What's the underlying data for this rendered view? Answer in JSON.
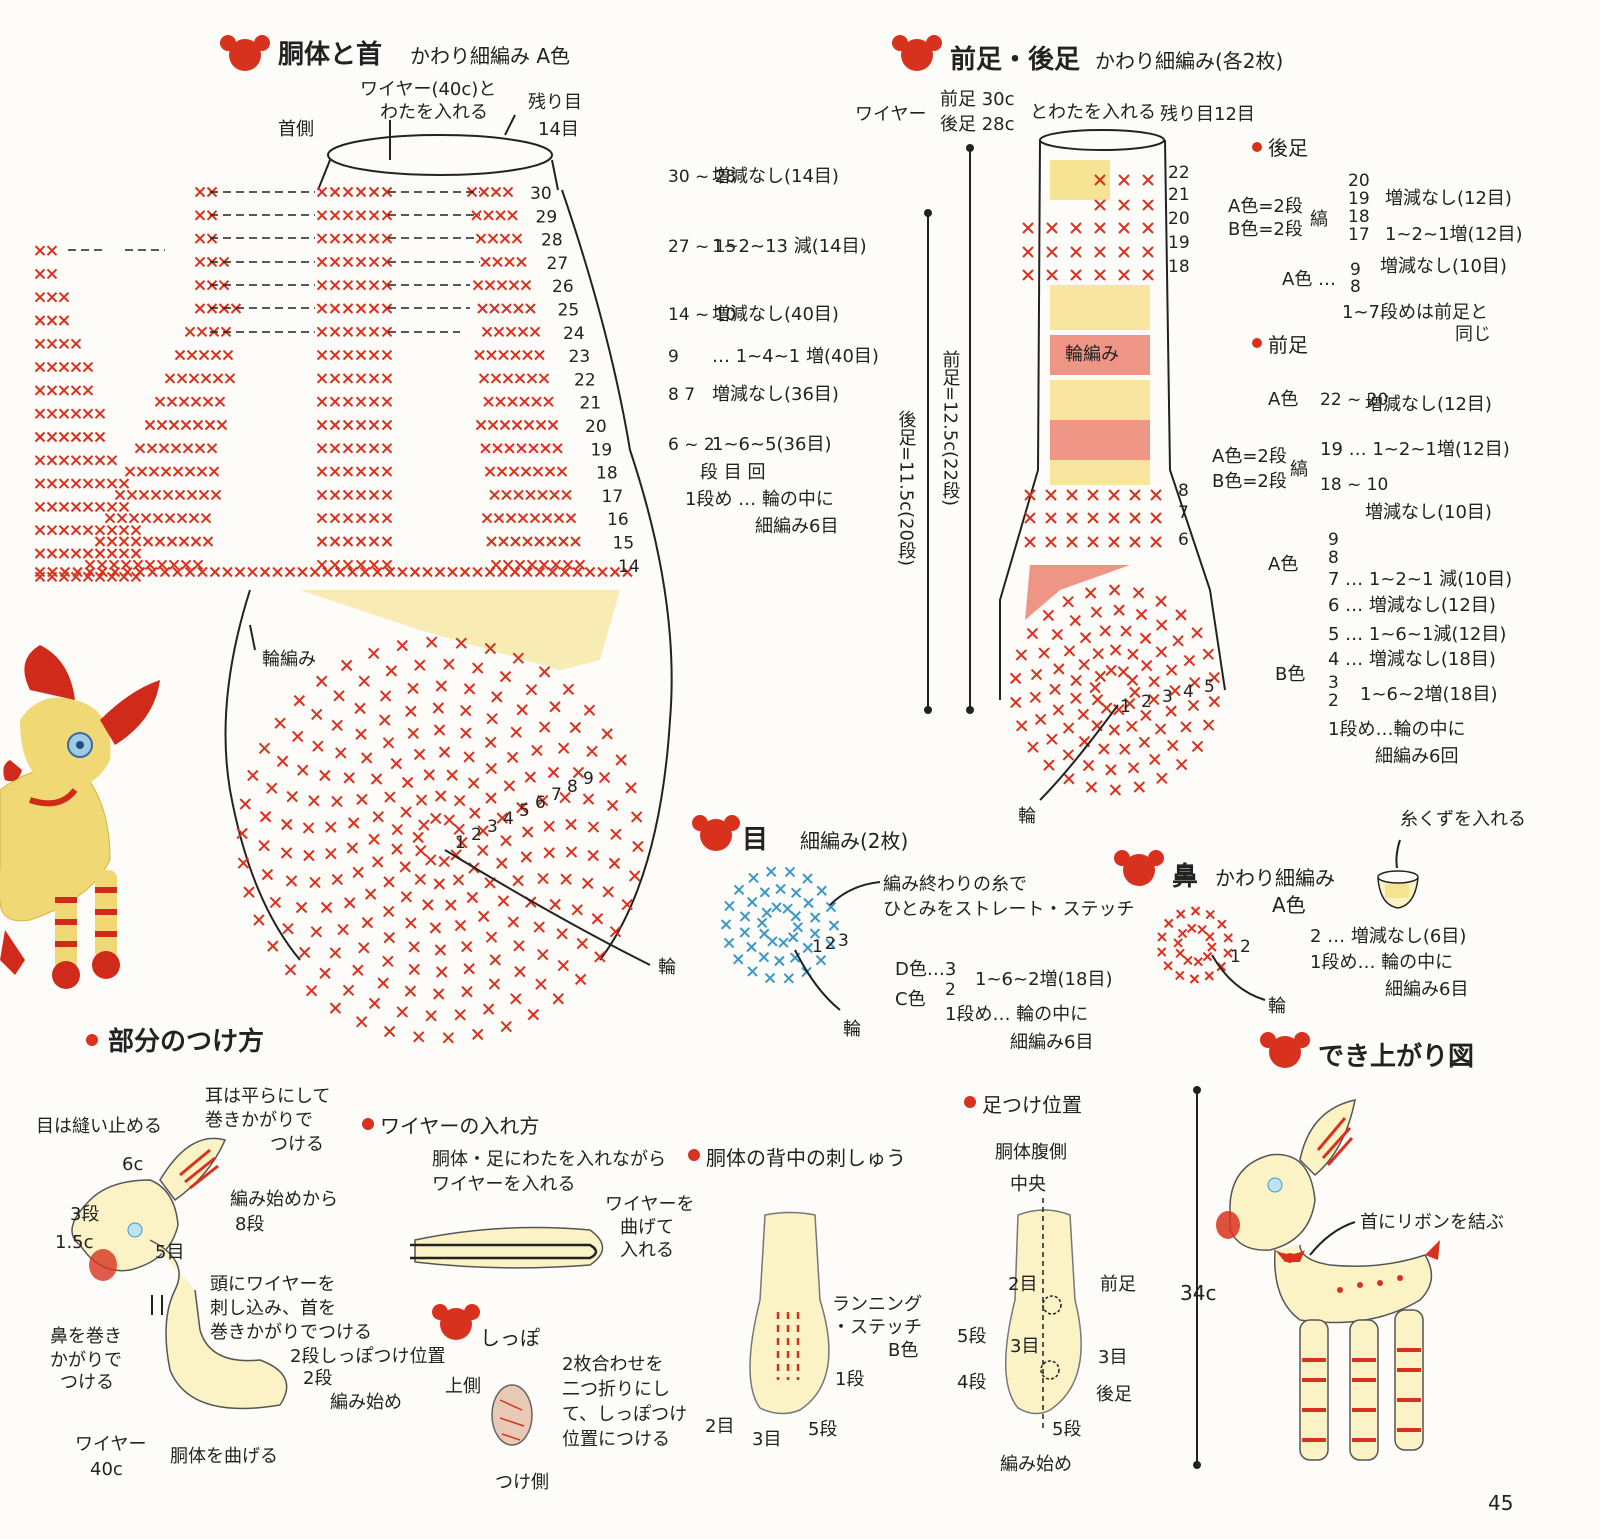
{
  "colors": {
    "red": "#d8321e",
    "yellow": "#f4dc7a",
    "cream": "#fbf3c6",
    "blue": "#3a98c8",
    "ink": "#222222"
  },
  "body": {
    "title": "胴体と首",
    "method": "かわり細編み A色",
    "neck": "首側",
    "wire": "ワイヤー(40c)と",
    "stuff": "わたを入れる",
    "left1": "残り目",
    "left2": "14目",
    "round_label": "輪編み",
    "ring": "輪",
    "rows": [
      "30",
      "29",
      "28",
      "27",
      "26",
      "25",
      "24",
      "23",
      "22",
      "21",
      "20",
      "19",
      "18",
      "17",
      "16",
      "15",
      "14"
    ],
    "center_nums": [
      "1",
      "2",
      "3",
      "4",
      "5",
      "6",
      "7",
      "8",
      "9"
    ],
    "instr": [
      {
        "range": "30 ~ 28",
        "text": "増減なし(14目)"
      },
      {
        "range": "27 ~ 15",
        "text": "1~2~13 減(14目)"
      },
      {
        "range": "14 ~ 10",
        "text": "増減なし(40目)"
      },
      {
        "range": "9",
        "text": "… 1~4~1 増(40目)"
      },
      {
        "range": "8 7",
        "text": "増減なし(36目)"
      },
      {
        "range": "6 ~ 2",
        "text": "1~6~5(36目)"
      },
      {
        "range": "",
        "text": "段 目 回"
      },
      {
        "range": "",
        "text": "1段め … 輪の中に"
      },
      {
        "range": "",
        "text": "細編み6目"
      }
    ]
  },
  "legs": {
    "title": "前足・後足",
    "method": "かわり細編み(各2枚)",
    "wire": "ワイヤー",
    "front_wire": "前足 30c",
    "back_wire": "後足 28c",
    "stuff": "とわたを入れる",
    "left": "残り目12目",
    "back_len": "後足=11.5c(20段)",
    "front_len": "前足=12.5c(22段)",
    "round_label": "輪編み",
    "ring": "輪",
    "rows": [
      "22",
      "21",
      "20",
      "19",
      "18",
      "8",
      "7",
      "6"
    ],
    "center_nums": [
      "1",
      "2",
      "3",
      "4",
      "5"
    ],
    "back_title": "後足",
    "back_lines": [
      "A色=2段",
      "B色=2段",
      "縞",
      "20",
      "19",
      "18",
      "17",
      "9",
      "8",
      "増減なし(12目)",
      "1~2~1増(12目)",
      "増減なし(10目)",
      "A色 …",
      "1~7段めは前足と",
      "同じ"
    ],
    "front_title": "前足",
    "front_lines": [
      "A色",
      "22 ~ 20",
      "増減なし(12目)",
      "A色=2段",
      "B色=2段",
      "縞",
      "19 … 1~2~1増(12目)",
      "18 ~ 10",
      "増減なし(10目)",
      "A色",
      "9",
      "8",
      "7 … 1~2~1 減(10目)",
      "6 … 増減なし(12目)",
      "B色",
      "5 … 1~6~1減(12目)",
      "4 … 増減なし(18目)",
      "3",
      "2",
      "1~6~2増(18目)",
      "1段め…輪の中に",
      "細編み6回"
    ]
  },
  "eye": {
    "title": "目",
    "method": "細編み(2枚)",
    "note1": "編み終わりの糸で",
    "note2": "ひとみをストレート・ステッチ",
    "d": "D色…3",
    "c": "C色",
    "c2": "2",
    "inc": "1~6~2増(18目)",
    "first": "1段め… 輪の中に",
    "first2": "細編み6目",
    "ring": "輪",
    "center_nums": [
      "1",
      "2",
      "3"
    ]
  },
  "nose": {
    "title": "鼻",
    "method": "かわり細編み",
    "color": "A色",
    "l1": "2 … 増減なし(6目)",
    "l2": "1段め… 輪の中に",
    "l3": "細編み6目",
    "ring": "輪",
    "scrap": "糸くずを入れる",
    "center_nums": [
      "1",
      "2"
    ]
  },
  "attach": {
    "title": "部分のつけ方",
    "eye": "目は縫い止める",
    "ear1": "耳は平らにして",
    "ear2": "巻きかがりで",
    "ear3": "つける",
    "c6": "6c",
    "from1": "編み始めから",
    "from2": "8段",
    "r3": "3段",
    "c15": "1.5c",
    "m5": "5目",
    "head1": "頭にワイヤーを",
    "head2": "刺し込み、首を",
    "head3": "巻きかがりでつける",
    "nose1": "鼻を巻き",
    "nose2": "かがりで",
    "nose3": "つける",
    "tail1": "2段しっぽつけ位置",
    "tail2": "2段",
    "start": "編み始め",
    "wire1": "ワイヤー",
    "wire2": "40c",
    "bend": "胴体を曲げる"
  },
  "wire": {
    "title": "ワイヤーの入れ方",
    "l1": "胴体・足にわたを入れながら",
    "l2": "ワイヤーを入れる",
    "b1": "ワイヤーを",
    "b2": "曲げて",
    "b3": "入れる"
  },
  "tail": {
    "title": "しっぽ",
    "top": "上側",
    "bottom": "つけ側",
    "l1": "2枚合わせを",
    "l2": "二つ折りにし",
    "l3": "て、しっぽつけ",
    "l4": "位置につける"
  },
  "embroidery": {
    "title": "胴体の背中の刺しゅう",
    "run1": "ランニング",
    "run2": "・ステッチ",
    "run3": "B色",
    "r1": "1段",
    "m2": "2目",
    "m3": "3目",
    "r5": "5段"
  },
  "legpos": {
    "title": "足つけ位置",
    "belly": "胴体腹側",
    "center": "中央",
    "m2": "2目",
    "front": "前足",
    "r5": "5段",
    "m3a": "3目",
    "m3b": "3目",
    "r4": "4段",
    "back": "後足",
    "r5b": "5段",
    "start": "編み始め"
  },
  "finished": {
    "title": "でき上がり図",
    "ribbon": "首にリボンを結ぶ",
    "height": "34c"
  },
  "page_number": "45"
}
